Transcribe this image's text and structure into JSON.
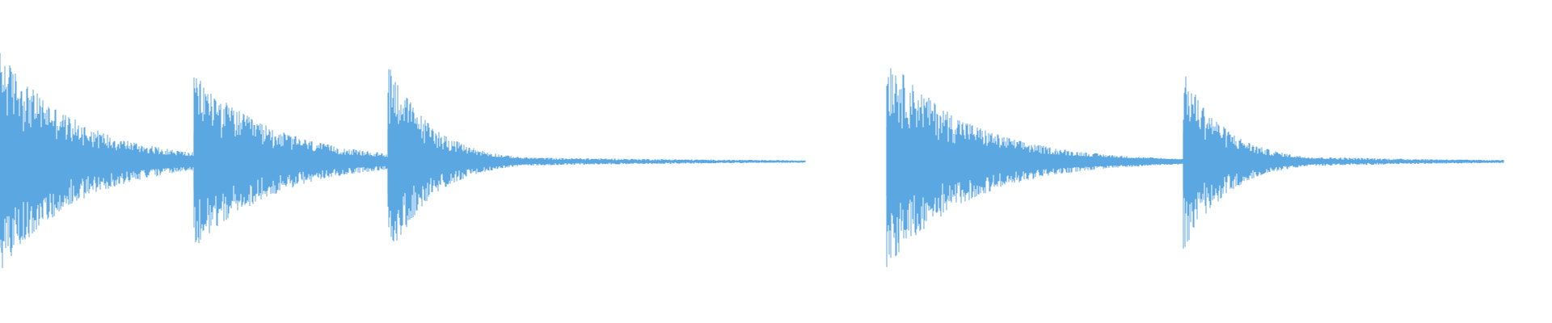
{
  "waveform": {
    "color": "#5BA7E1",
    "background": "#FFFFFF",
    "clips": [
      {
        "hits": [
          {
            "start": 0.0,
            "peak": 0.98,
            "decay": 0.4
          },
          {
            "start": 1.0,
            "peak": 0.78,
            "decay": 0.42
          },
          {
            "start": 2.0,
            "peak": 0.9,
            "decay": 0.22
          },
          {
            "start": 2.48,
            "peak": 0.05,
            "decay": 0.9
          },
          {
            "start": 3.0,
            "peak": 0.03,
            "decay": 1.2
          }
        ],
        "end": 4.15
      },
      {
        "hits": [
          {
            "start": 4.57,
            "peak": 0.95,
            "decay": 0.42
          },
          {
            "start": 6.1,
            "peak": 0.8,
            "decay": 0.22
          },
          {
            "start": 6.6,
            "peak": 0.05,
            "decay": 0.9
          }
        ],
        "end": 7.75
      }
    ],
    "duration_units": 8.0
  }
}
